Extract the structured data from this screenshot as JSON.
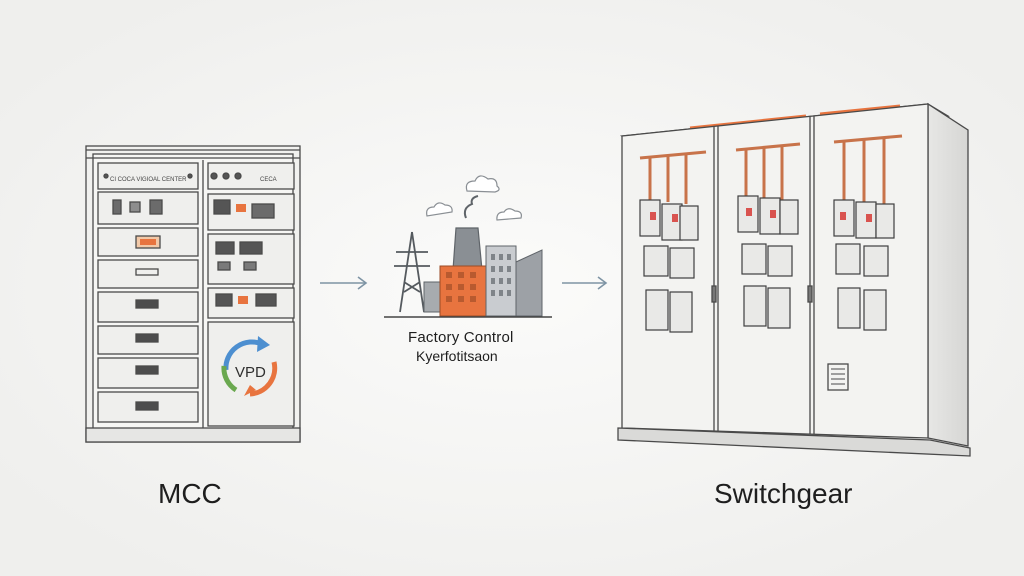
{
  "mcc": {
    "label": "MCC",
    "panel_header_left": "CI COCA VIGIOAL CENTER",
    "panel_header_right": "CECA",
    "vfd_text": "VPD"
  },
  "factory": {
    "title": "Factory Control",
    "subtitle": "Kyerfotitsaon"
  },
  "switchgear": {
    "label": "Switchgear"
  },
  "colors": {
    "outline": "#4a4a4a",
    "copper": "#c8734a",
    "factory_orange": "#e8743f",
    "factory_gray": "#8a8f94",
    "arrow": "#7e94a4",
    "vfd_blue": "#4d8fd0",
    "vfd_orange": "#e8743f",
    "vfd_green": "#6aa84f"
  }
}
